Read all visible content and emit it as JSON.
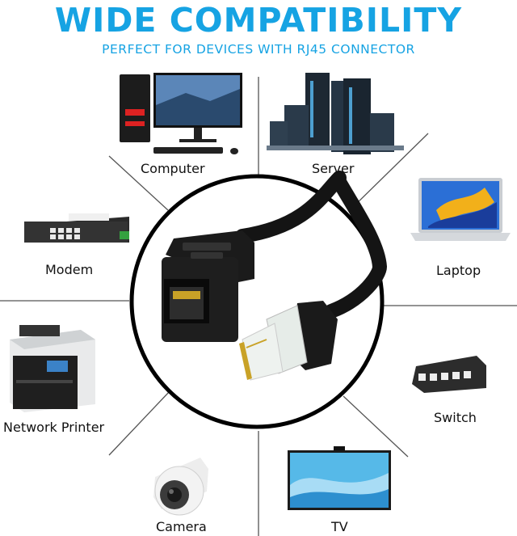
{
  "header": {
    "title": "WIDE COMPATIBILITY",
    "subtitle": "PERFECT FOR DEVICES WITH RJ45 CONNECTOR"
  },
  "devices": [
    {
      "label": "Computer"
    },
    {
      "label": "Server"
    },
    {
      "label": "Modem"
    },
    {
      "label": "Laptop"
    },
    {
      "label": "Network Printer"
    },
    {
      "label": "Switch"
    },
    {
      "label": "Camera"
    },
    {
      "label": "TV"
    }
  ],
  "colors": {
    "accent": "#16a3e3",
    "cable": "#141414",
    "divider": "#555555"
  }
}
